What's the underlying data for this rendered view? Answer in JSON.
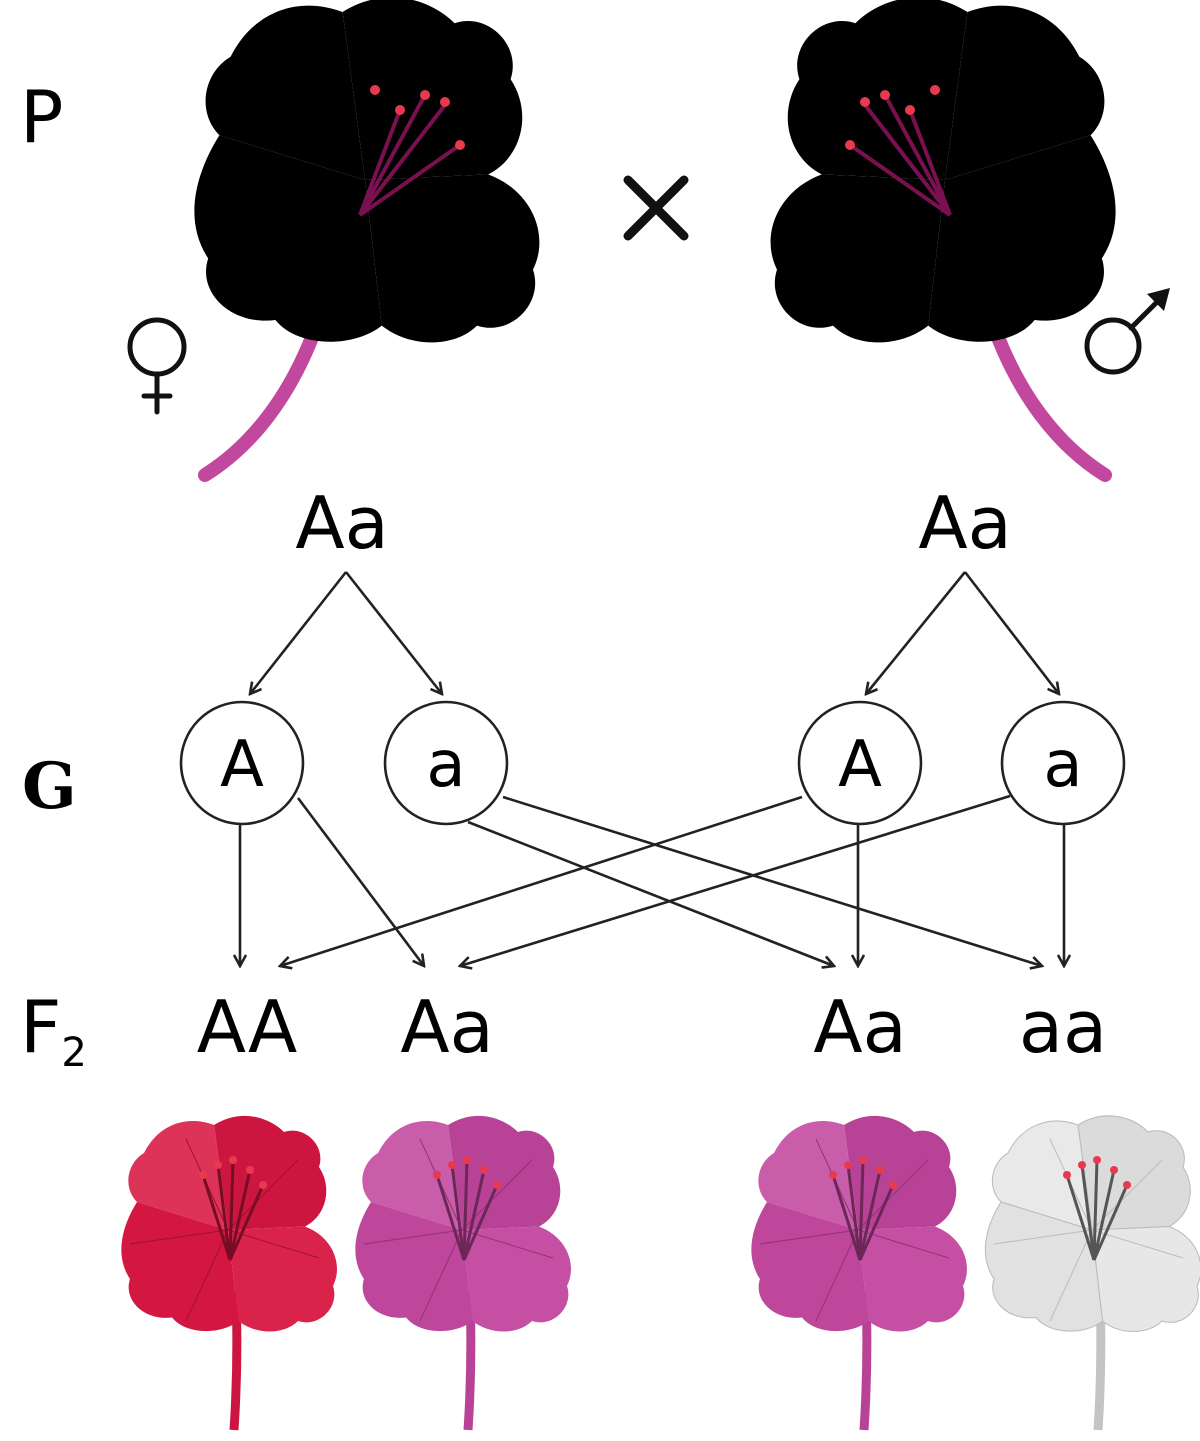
{
  "generations": {
    "parent_label": "P",
    "gamete_label": "G",
    "f2_label": "F",
    "f2_subscript": "2"
  },
  "cross_symbol": "×",
  "parents": {
    "female_genotype": "Aa",
    "male_genotype": "Aa",
    "female_symbol": "female-symbol",
    "male_symbol": "male-symbol"
  },
  "gametes": {
    "female": [
      "A",
      "a"
    ],
    "male": [
      "A",
      "a"
    ]
  },
  "offspring": [
    {
      "genotype": "AA",
      "color": "#d81742"
    },
    {
      "genotype": "Aa",
      "color": "#c2479e"
    },
    {
      "genotype": "Aa",
      "color": "#c2479e"
    },
    {
      "genotype": "aa",
      "color": "#e6e6e6"
    }
  ],
  "colors": {
    "parent_flower": "#c2479e",
    "dominant_red": "#d81742",
    "heterozygous_pink": "#c2479e",
    "recessive_white": "#e6e6e6"
  }
}
